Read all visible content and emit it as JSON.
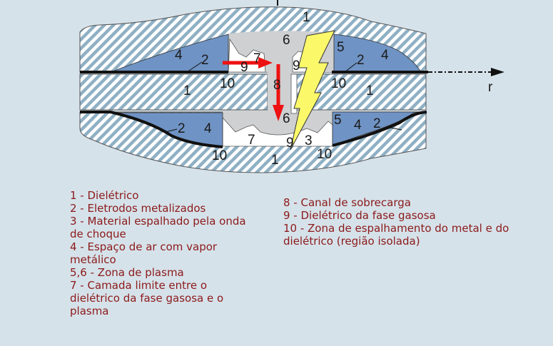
{
  "diagram": {
    "axis_label": "r",
    "region_labels": {
      "top_1": "1",
      "top_6": "6",
      "top_4_left": "4",
      "top_2_left": "2",
      "top_7": "7",
      "top_9_left": "9",
      "top_10_left": "10",
      "mid_1_left": "1",
      "mid_8": "8",
      "top_9_right": "9",
      "top_5": "5",
      "top_2_right": "2",
      "top_4_right": "4",
      "top_10_right": "10",
      "mid_1_right": "1",
      "bot_2_left": "2",
      "bot_4_left": "4",
      "bot_6": "6",
      "bot_7": "7",
      "bot_9": "9",
      "bot_3": "3",
      "bot_5": "5",
      "bot_4_right": "4",
      "bot_2_right": "2",
      "bot_10_left": "10",
      "bot_1": "1",
      "bot_10_right": "10"
    },
    "colors": {
      "hatch_stripe": "#8fb0c4",
      "dielectric_bg": "#ffffff",
      "air_gap": "#6f93c4",
      "plasma": "#cfd0d2",
      "lightning": "#fbf96a",
      "arrow": "#ee1111",
      "electrode": "#111111"
    }
  },
  "legend": {
    "left": [
      "1 - Dielétrico",
      "2 - Eletrodos metalizados",
      "3 - Material espalhado pela onda de choque",
      "4 - Espaço de ar com vapor metálico",
      "5,6 - Zona de plasma",
      "7 - Camada limite entre o dielétrico da fase gasosa e o plasma"
    ],
    "right": [
      "8 - Canal de sobrecarga",
      "9 - Dielétrico da fase gasosa",
      "10 - Zona de espalhamento do metal e do dielétrico (região isolada)"
    ]
  }
}
